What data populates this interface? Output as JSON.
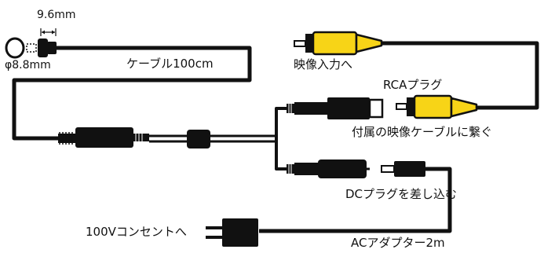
{
  "labels": {
    "width_dim": "9.6mm",
    "diameter_dim": "φ8.8mm",
    "cable_length": "ケーブル100cm",
    "video_input": "映像入力へ",
    "rca_plug": "RCAプラグ",
    "included_video_cable": "付属の映像ケーブルに繋ぐ",
    "dc_plug_insert": "DCプラグを差し込む",
    "to_100v_outlet": "100Vコンセントへ",
    "ac_adapter": "ACアダプター2m"
  },
  "colors": {
    "cable": "#111111",
    "rca_yellow": "#f7d417",
    "background": "#ffffff"
  }
}
